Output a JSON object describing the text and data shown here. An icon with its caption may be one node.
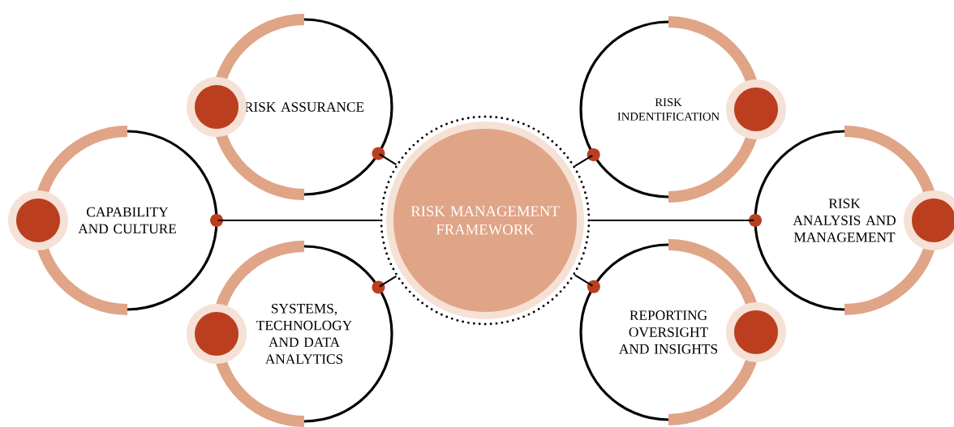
{
  "diagram": {
    "nodes": [
      {
        "text": [
          "RISK ASSURANCE"
        ]
      },
      {
        "text": [
          "RISK INDENTIFICATION"
        ]
      },
      {
        "text": [
          "CAPABILITY AND CULTURE"
        ]
      },
      {
        "text": [
          "RISK MANAGEMENT FRAMEWORK"
        ]
      },
      {
        "text": [
          "RISK ANALYSIS AND MANAGEMENT"
        ]
      },
      {
        "text": [
          "SYSTEMS, TECHNOLOGY AND DATA ANALYTICS"
        ]
      },
      {
        "text": [
          "REPORTING OVERSIGHT AND INSIGHTS"
        ]
      }
    ],
    "edges": [
      {
        "from": 3,
        "to": 0,
        "arrow": "none"
      },
      {
        "from": 3,
        "to": 1,
        "arrow": "none"
      },
      {
        "from": 3,
        "to": 2,
        "arrow": "none"
      },
      {
        "from": 3,
        "to": 4,
        "arrow": "none"
      },
      {
        "from": 3,
        "to": 5,
        "arrow": "none"
      },
      {
        "from": 3,
        "to": 6,
        "arrow": "none"
      }
    ]
  }
}
